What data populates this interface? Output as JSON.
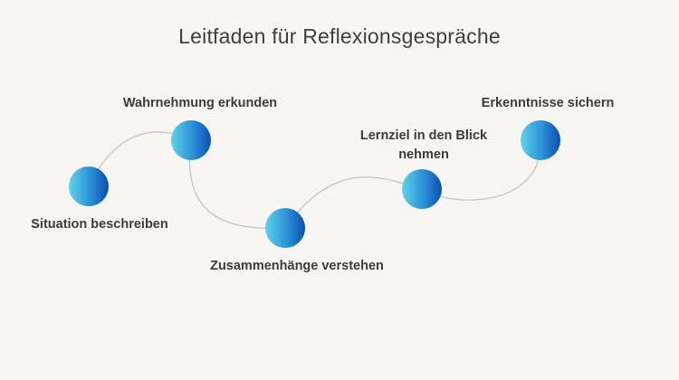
{
  "title": "Leitfaden für Reflexionsgespräche",
  "steps": [
    {
      "label": "Situation beschreiben"
    },
    {
      "label": "Wahrnehmung erkunden"
    },
    {
      "label": "Zusammenhänge verstehen"
    },
    {
      "label": "Lernziel in den Blick nehmen"
    },
    {
      "label": "Erkenntnisse sichern"
    }
  ],
  "colors": {
    "background": "#f7f6f2",
    "node_light": "#5fd3ec",
    "node_dark": "#0d4fb0",
    "connector": "#c8c8c8",
    "text": "#3b3b3b"
  }
}
